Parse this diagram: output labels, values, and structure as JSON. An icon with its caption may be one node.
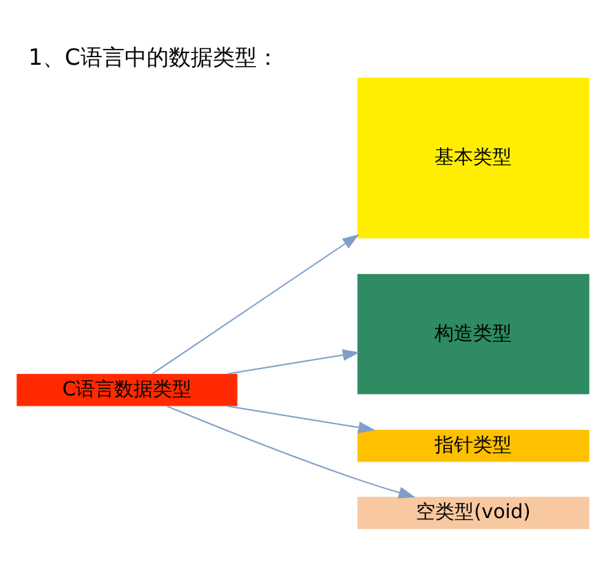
{
  "diagram": {
    "title": "1、C语言中的数据类型：",
    "nodes": [
      {
        "text": [
          "C语言数据类型"
        ]
      },
      {
        "text": [
          "基本类型"
        ]
      },
      {
        "text": [
          "构造类型"
        ]
      },
      {
        "text": [
          "指针类型"
        ]
      },
      {
        "text": [
          "空类型(void)"
        ]
      }
    ],
    "edges": [
      {
        "from": 0,
        "to": 1,
        "arrow": "to"
      },
      {
        "from": 0,
        "to": 2,
        "arrow": "to"
      },
      {
        "from": 0,
        "to": 3,
        "arrow": "to"
      },
      {
        "from": 0,
        "to": 4,
        "arrow": "to"
      }
    ]
  }
}
